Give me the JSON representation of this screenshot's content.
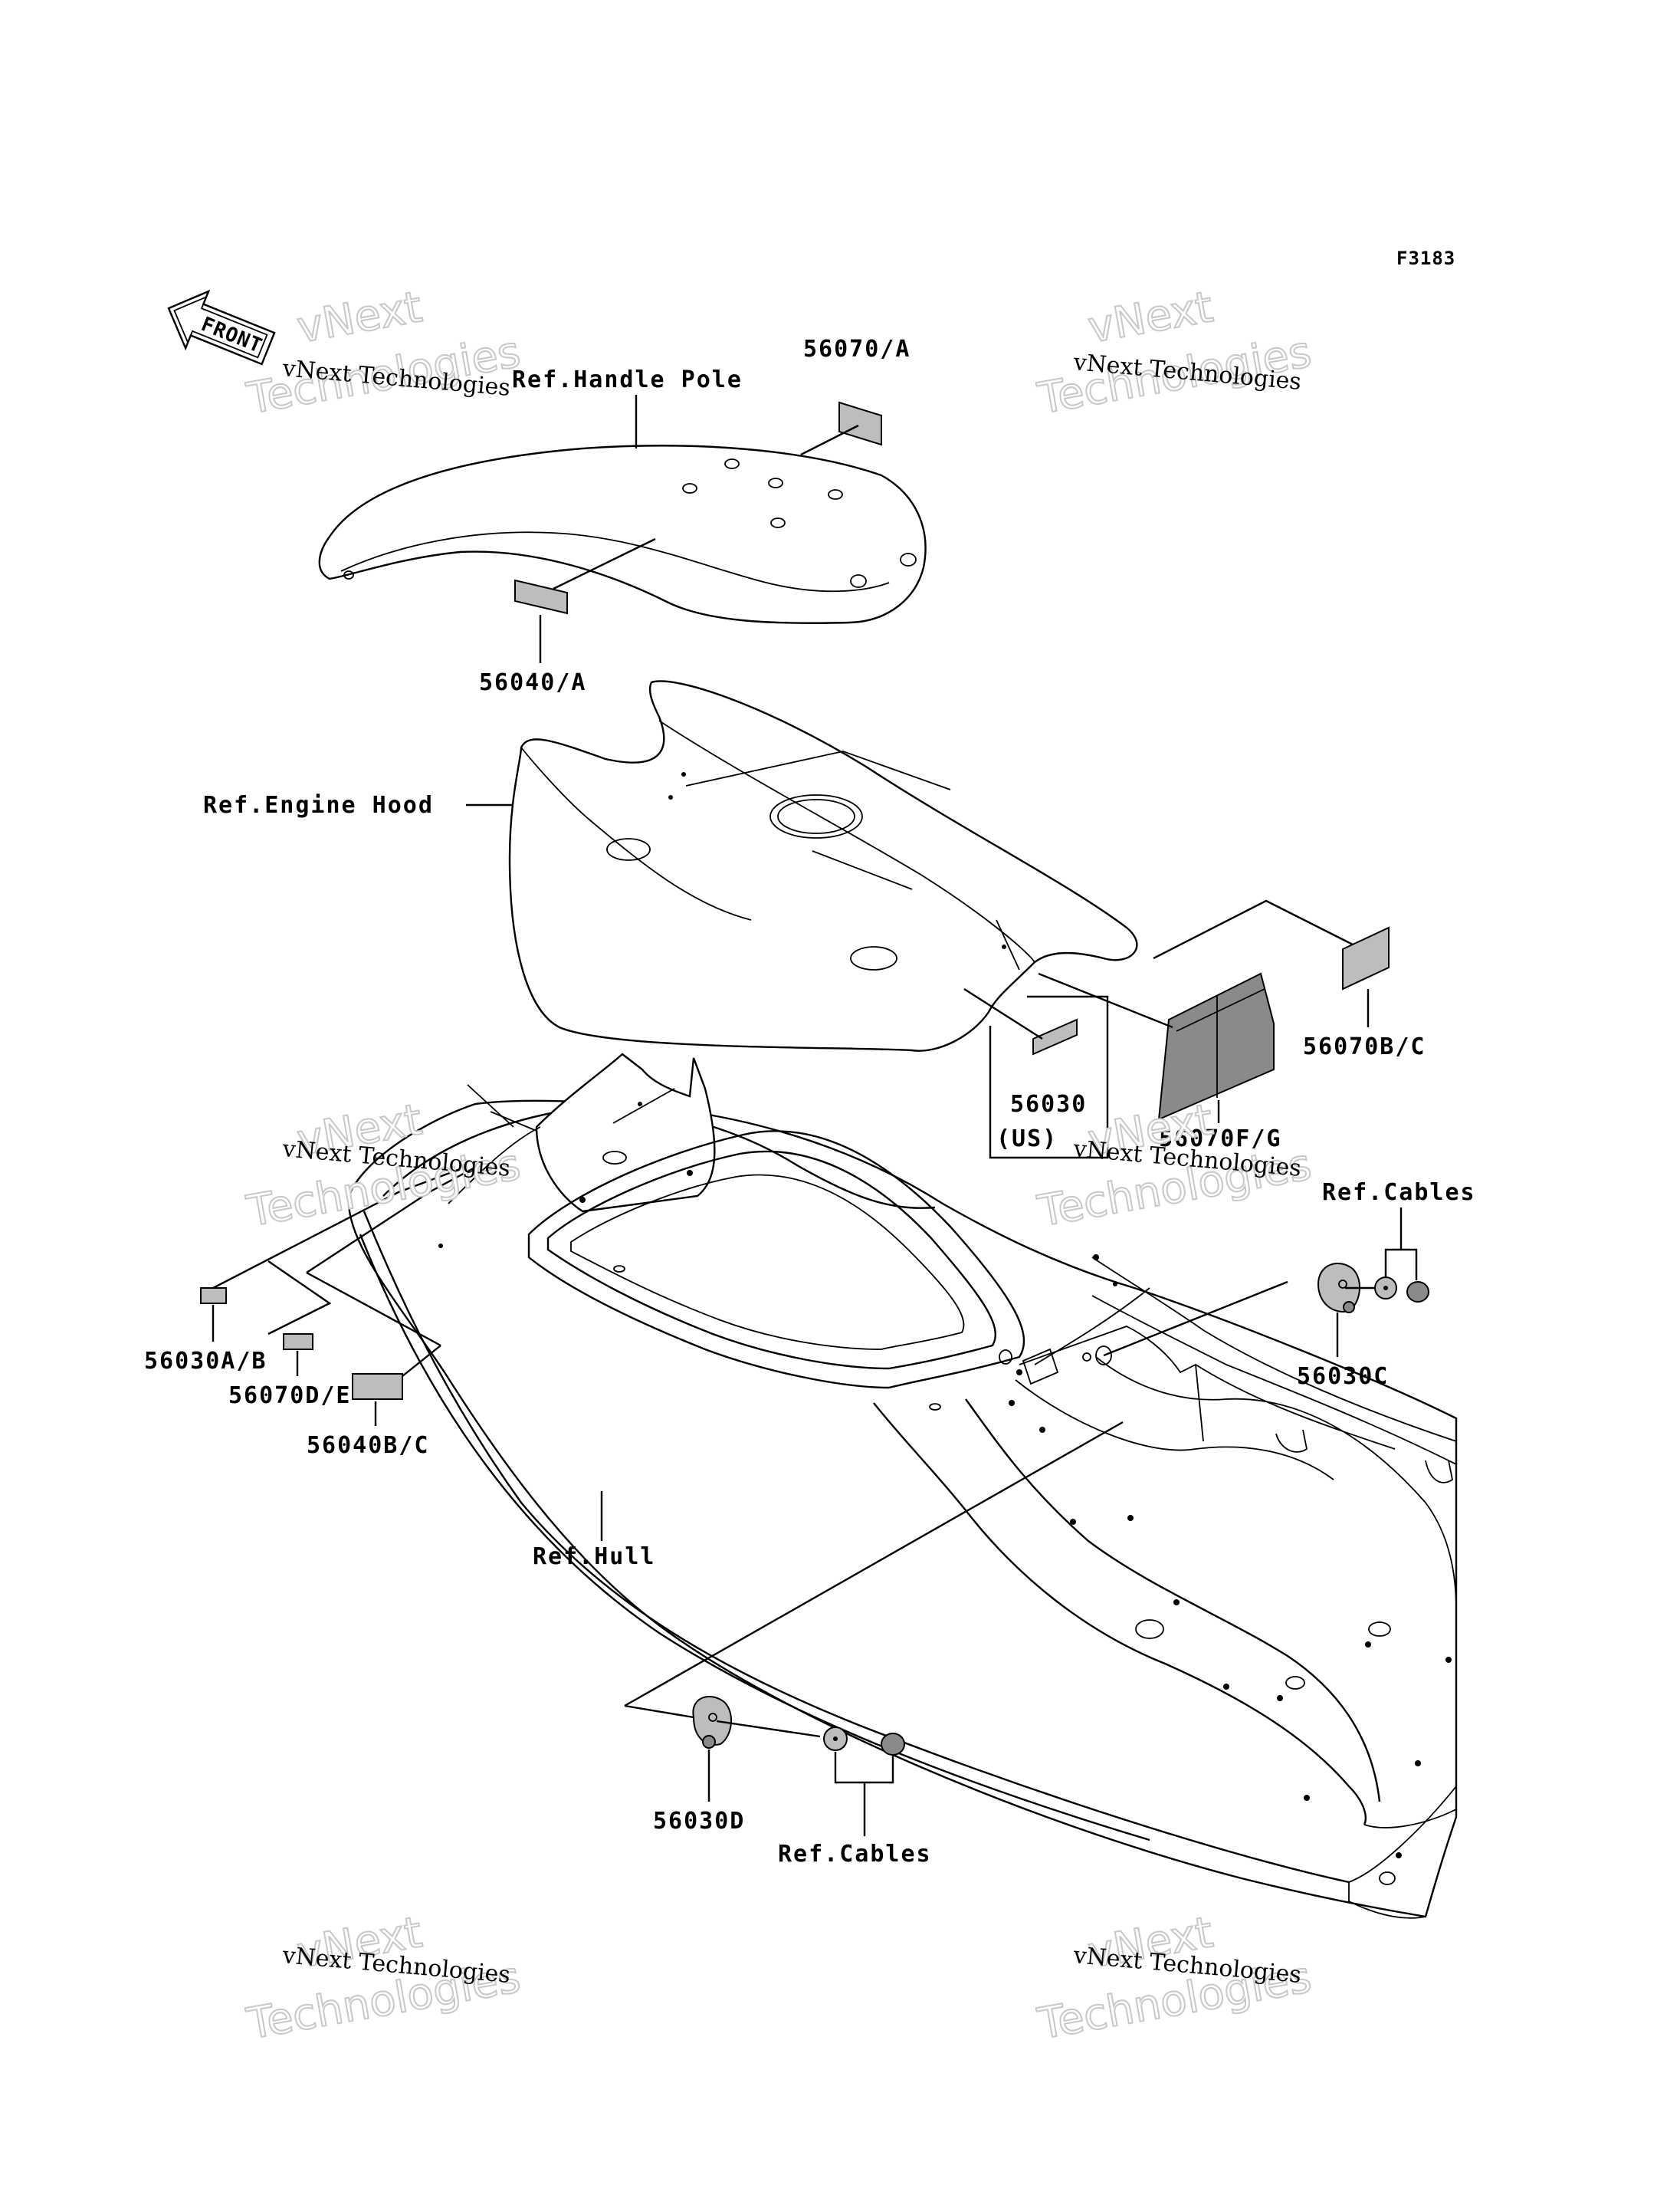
{
  "figure_id": "F3183",
  "front_arrow": {
    "label": "FRONT",
    "icon": "front-arrow-icon"
  },
  "labels": {
    "ref_handle_pole": "Ref.Handle Pole",
    "part_56070a": "56070/A",
    "part_56040a": "56040/A",
    "ref_engine_hood": "Ref.Engine Hood",
    "part_56070bc": "56070B/C",
    "part_56030": "56030",
    "part_56030_us": "(US)",
    "part_56070fg": "56070F/G",
    "ref_cables_right": "Ref.Cables",
    "part_56030c": "56030C",
    "part_56030ab": "56030A/B",
    "part_56070de": "56070D/E",
    "part_56040bc": "56040B/C",
    "ref_hull": "Ref.Hull",
    "part_56030d": "56030D",
    "ref_cables_bottom": "Ref.Cables"
  },
  "watermark": {
    "small": "vNext Technologies",
    "big_top": "vNext",
    "big_bottom": "Technologies"
  }
}
